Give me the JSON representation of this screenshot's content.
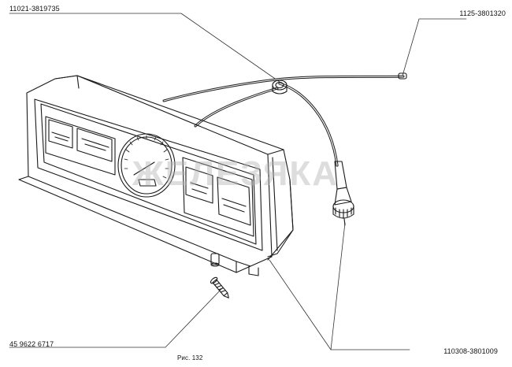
{
  "labels": {
    "top_left": "11021-3819735",
    "top_right": "1125-3801320",
    "bottom_left": "45 9622 6717",
    "bottom_right": "110308-3801009"
  },
  "caption": "Рис. 132",
  "watermark": "ЖЕЛЕЗЯКА",
  "colors": {
    "line": "#1a1a1a",
    "leader": "#333333",
    "watermark": "#b4b4b4"
  }
}
